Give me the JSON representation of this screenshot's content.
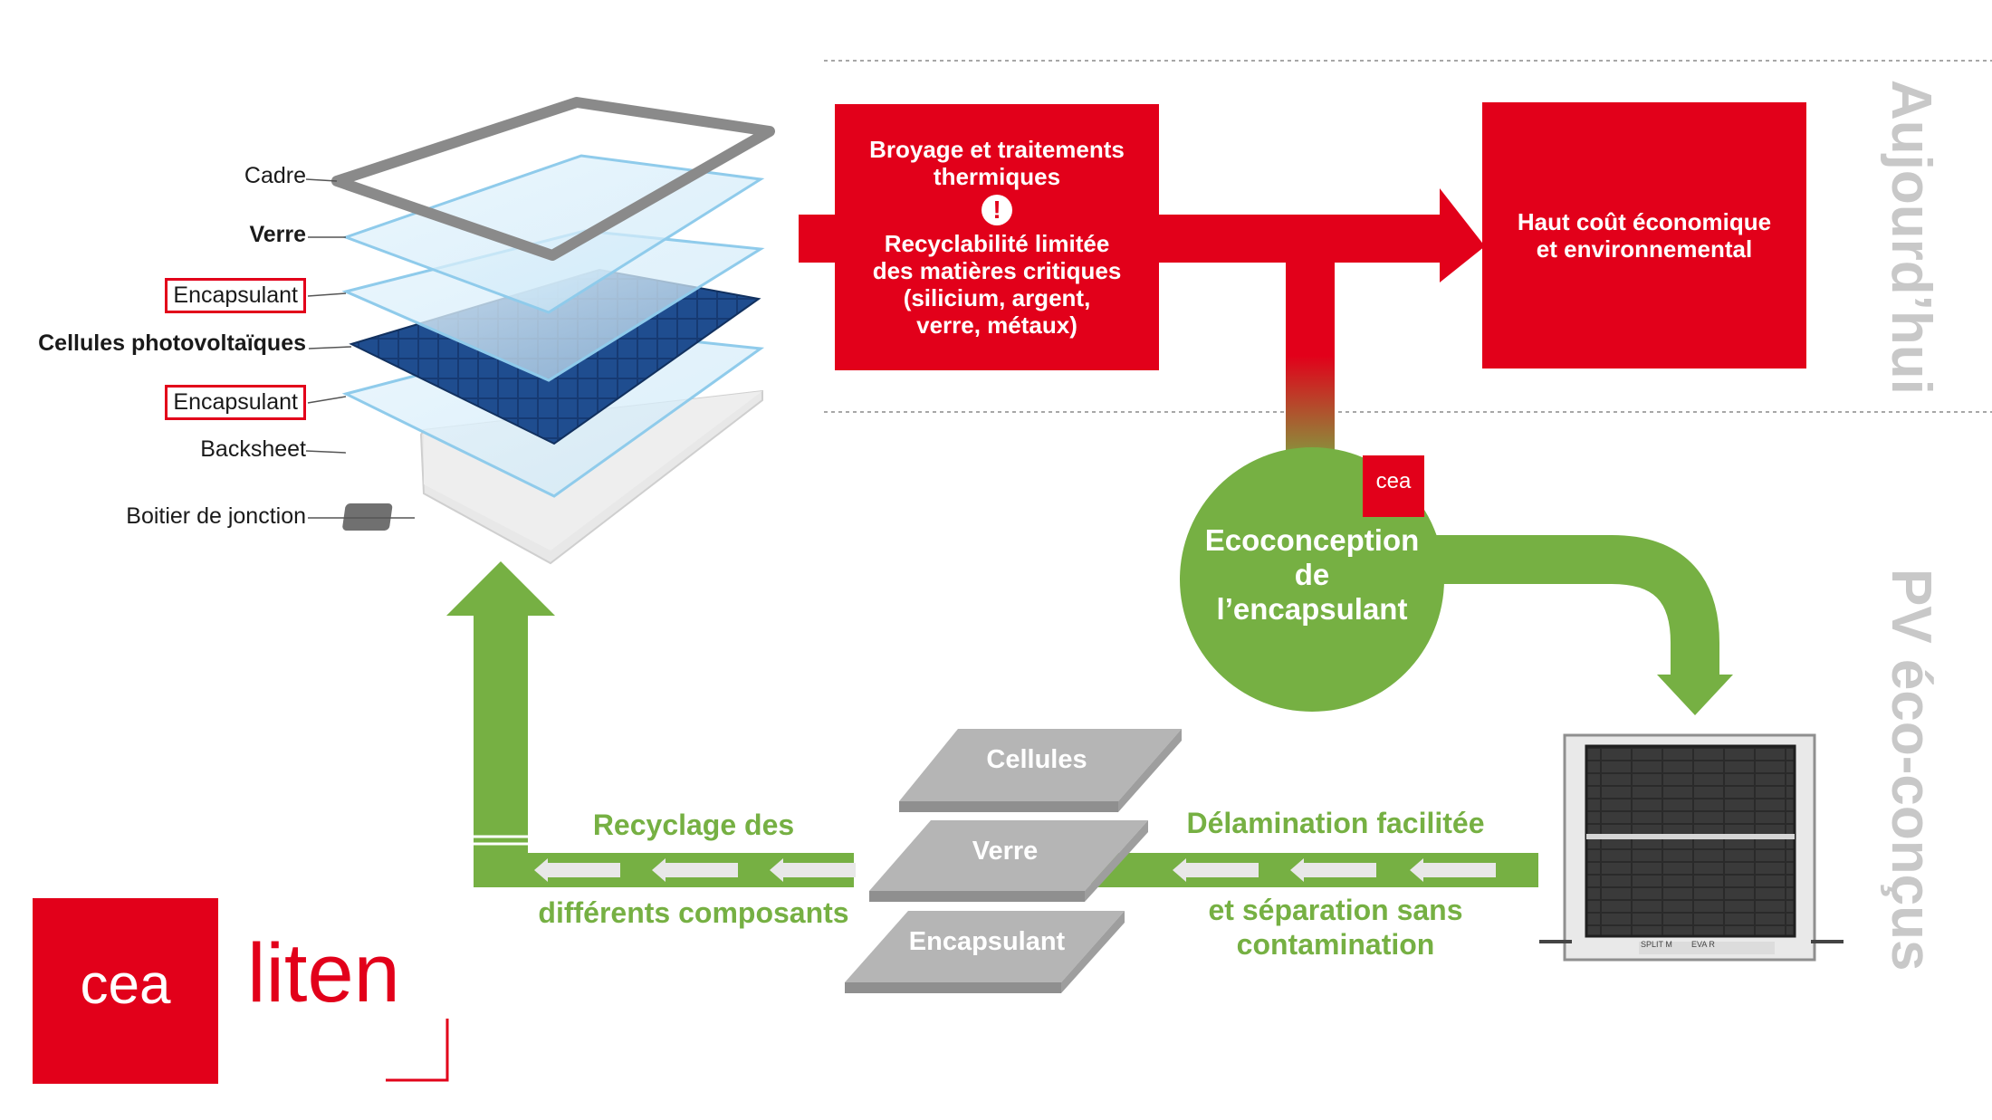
{
  "panel_layers": {
    "frame": "Cadre",
    "glass": "Verre",
    "encapsulant_top": "Encapsulant",
    "cells": "Cellules photovoltaïques",
    "encapsulant_bottom": "Encapsulant",
    "backsheet": "Backsheet",
    "junction_box": "Boitier de jonction"
  },
  "today_process": {
    "box1_line1": "Broyage et traitements",
    "box1_line2": "thermiques",
    "box1_line3": "Recyclabilité limitée",
    "box1_line4": "des matières critiques",
    "box1_line5": "(silicium, argent,",
    "box1_line6": "verre, métaux)",
    "box2_line1": "Haut coût économique",
    "box2_line2": "et environnemental"
  },
  "section_labels": {
    "today": "Aujourd’hui",
    "eco_pv": "PV éco-conçus"
  },
  "ecodesign": {
    "line1": "Ecoconception",
    "line2": "de",
    "line3": "l’encapsulant",
    "badge": "cea"
  },
  "recycling": {
    "left_top": "Recyclage des",
    "left_bottom": "différents composants",
    "right_top": "Délamination facilitée",
    "right_bottom1": "et séparation sans",
    "right_bottom2": "contamination"
  },
  "components": {
    "cells": "Cellules",
    "glass": "Verre",
    "encapsulant": "Encapsulant"
  },
  "logo": {
    "cea": "cea",
    "liten": "liten"
  },
  "module_photo": {
    "sticker1": "SPLIT M",
    "sticker2": "EVA R"
  },
  "colors": {
    "red": "#e2001a",
    "green": "#76b043",
    "grey": "#bdbdbd"
  }
}
